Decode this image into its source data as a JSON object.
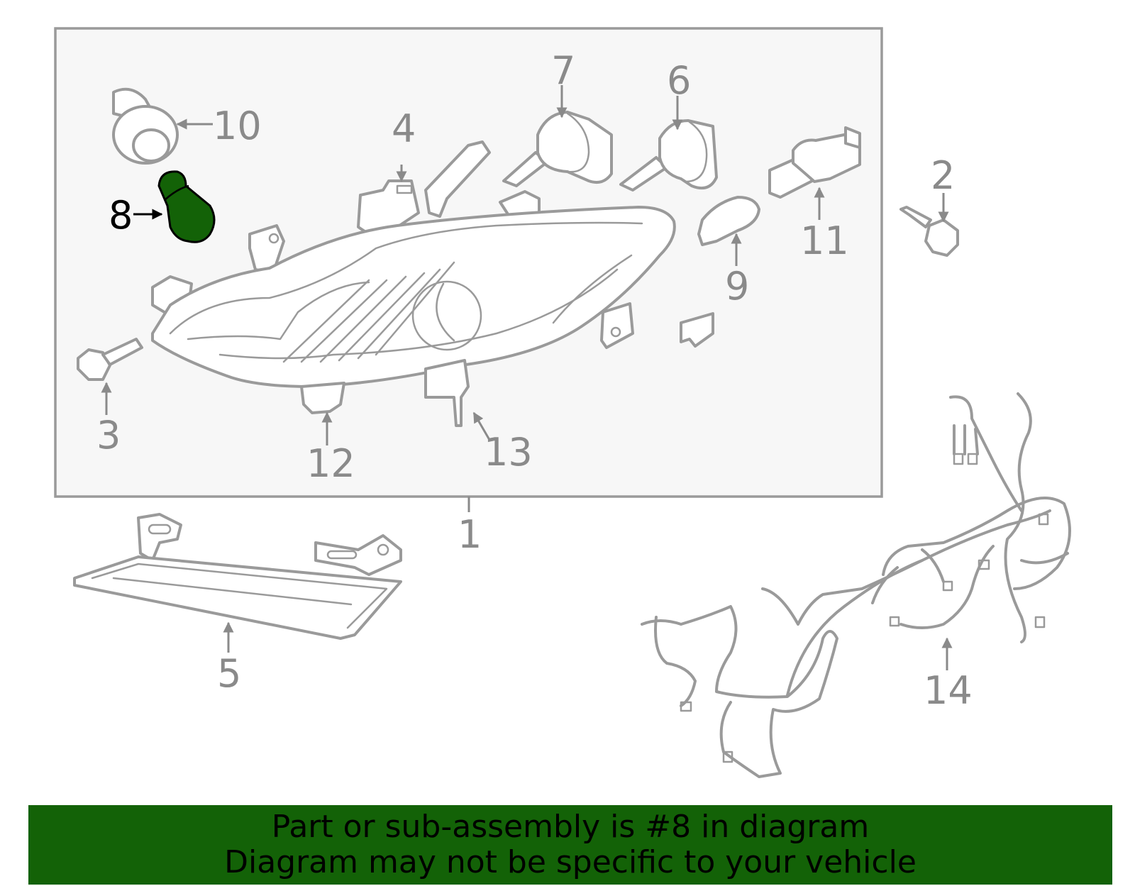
{
  "colors": {
    "highlight": "#136207",
    "line": "#9a9a9a",
    "box_fill": "#f7f7f7",
    "banner": "#136207"
  },
  "callouts": {
    "c1": "1",
    "c2": "2",
    "c3": "3",
    "c4": "4",
    "c5": "5",
    "c6": "6",
    "c7": "7",
    "c8": "8",
    "c9": "9",
    "c10": "10",
    "c11": "11",
    "c12": "12",
    "c13": "13",
    "c14": "14"
  },
  "highlighted_part": "8",
  "banner": {
    "line1": "Part or sub-assembly is #8 in diagram",
    "line2": "Diagram may not be specific to your vehicle"
  }
}
